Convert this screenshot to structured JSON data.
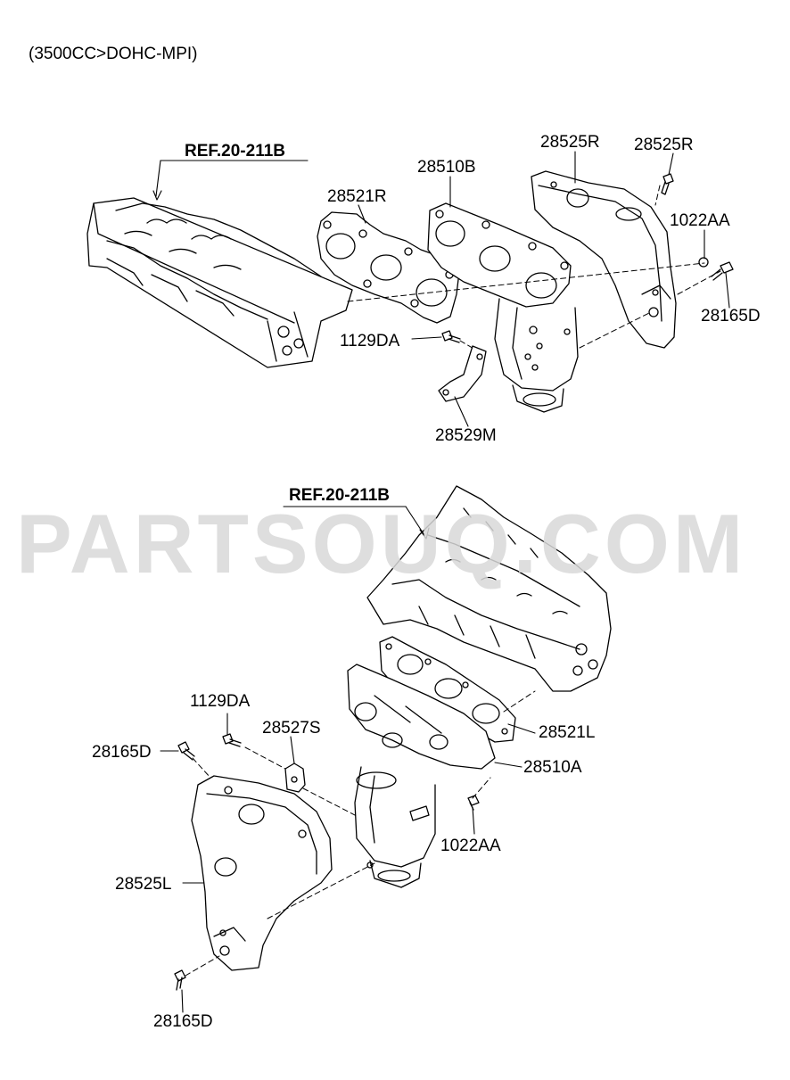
{
  "header": {
    "engine_spec": "(3500CC>DOHC-MPI)"
  },
  "watermark": {
    "text": "PARTSOUQ.COM",
    "color": "#d9d9d9"
  },
  "labels": {
    "ref_upper": "REF.20-211B",
    "ref_lower": "REF.20-211B",
    "p28525R_a": "28525R",
    "p28525R_b": "28525R",
    "p28510B": "28510B",
    "p28521R": "28521R",
    "p1022AA_upper": "1022AA",
    "p28165D_upper": "28165D",
    "p1129DA_upper": "1129DA",
    "p28529M": "28529M",
    "p1129DA_lower": "1129DA",
    "p28527S": "28527S",
    "p28165D_lower_a": "28165D",
    "p28521L": "28521L",
    "p28510A": "28510A",
    "p1022AA_lower": "1022AA",
    "p28525L": "28525L",
    "p28165D_lower_b": "28165D"
  }
}
